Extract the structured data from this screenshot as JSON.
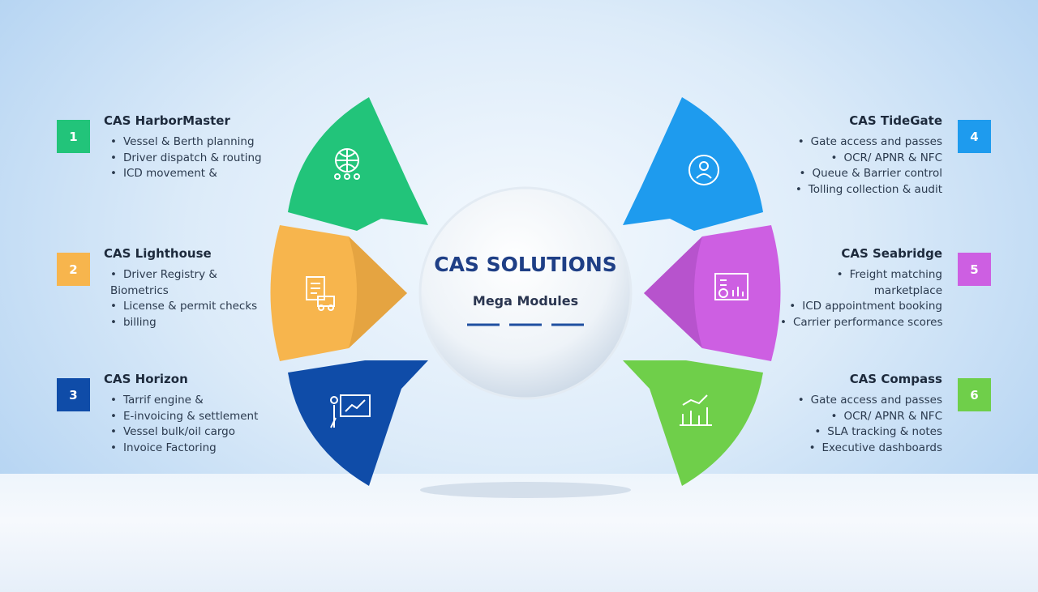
{
  "center": {
    "title": "CAS SOLUTIONS",
    "subtitle": "Mega Modules"
  },
  "modules": [
    {
      "num": "1",
      "name": "CAS HarborMaster",
      "color": "#22c47a",
      "items": [
        "Vessel & Berth planning",
        "Driver dispatch & routing",
        "ICD movement &"
      ],
      "icon": "globe-people-icon"
    },
    {
      "num": "2",
      "name": "CAS Lighthouse",
      "color": "#f7b54d",
      "items": [
        "Driver Registry & Biometrics",
        "License & permit checks",
        "billing"
      ],
      "icon": "id-truck-icon"
    },
    {
      "num": "3",
      "name": "CAS Horizon",
      "color": "#0f4ca8",
      "items": [
        "Tarrif engine &",
        "E-invoicing & settlement",
        "Vessel bulk/oil cargo",
        "Invoice Factoring"
      ],
      "icon": "presentation-chart-icon"
    },
    {
      "num": "4",
      "name": "CAS TideGate",
      "color": "#1e9bee",
      "items": [
        "Gate access and passes",
        "OCR/ APNR &  NFC",
        "Queue & Barrier control",
        "Tolling collection & audit"
      ],
      "icon": "user-sync-icon"
    },
    {
      "num": "5",
      "name": "CAS Seabridge",
      "color": "#cd5fe2",
      "items": [
        "Freight matching marketplace",
        "ICD appointment booking",
        "Carrier performance scores"
      ],
      "icon": "dashboard-icon"
    },
    {
      "num": "6",
      "name": "CAS Compass",
      "color": "#6fcf4a",
      "items": [
        "Gate access and passes",
        "OCR/ APNR &  NFC",
        "SLA tracking & notes",
        "Executive dashboards"
      ],
      "icon": "line-bar-chart-icon"
    }
  ]
}
